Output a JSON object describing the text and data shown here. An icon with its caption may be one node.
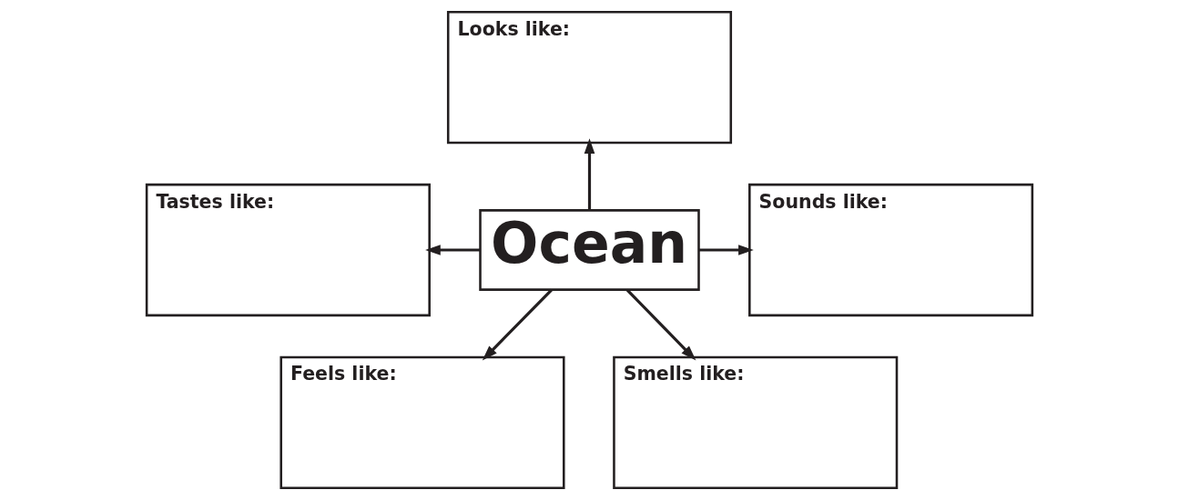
{
  "diagram": {
    "nodes": [
      {
        "text": [
          "Looks like:"
        ]
      },
      {
        "text": [
          "Tastes like:"
        ]
      },
      {
        "text": [
          "Ocean"
        ]
      },
      {
        "text": [
          "Sounds like:"
        ]
      },
      {
        "text": [
          "Feels like:"
        ]
      },
      {
        "text": [
          "Smells like:"
        ]
      }
    ],
    "edges": [
      {
        "from": 2,
        "to": 0,
        "arrow": "to"
      },
      {
        "from": 2,
        "to": 1,
        "arrow": "to"
      },
      {
        "from": 2,
        "to": 3,
        "arrow": "to"
      },
      {
        "from": 2,
        "to": 4,
        "arrow": "to"
      },
      {
        "from": 2,
        "to": 5,
        "arrow": "to"
      }
    ]
  }
}
